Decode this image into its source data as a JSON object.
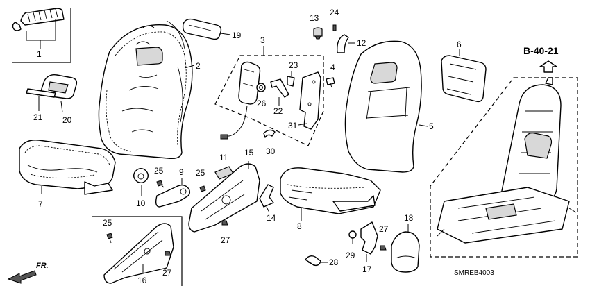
{
  "diagram": {
    "ref_label": "B-40-21",
    "code_label": "SMREB4003",
    "direction_label": "FR.",
    "callouts": {
      "c1": "1",
      "c2": "2",
      "c3": "3",
      "c4": "4",
      "c5": "5",
      "c6": "6",
      "c7": "7",
      "c8": "8",
      "c9": "9",
      "c10": "10",
      "c11": "11",
      "c12": "12",
      "c13": "13",
      "c14": "14",
      "c15": "15",
      "c16": "16",
      "c17": "17",
      "c18": "18",
      "c19": "19",
      "c20": "20",
      "c21": "21",
      "c22": "22",
      "c23": "23",
      "c24": "24",
      "c25a": "25",
      "c25b": "25",
      "c25c": "25",
      "c26": "26",
      "c27a": "27",
      "c27b": "27",
      "c27c": "27",
      "c28": "28",
      "c29": "29",
      "c30": "30",
      "c31": "31"
    }
  }
}
